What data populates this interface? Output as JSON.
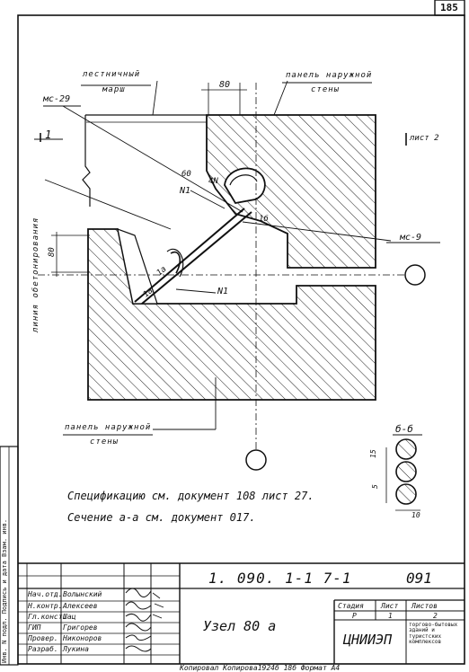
{
  "page": {
    "number": "185"
  },
  "labels": {
    "stair_flight": [
      "лестничный",
      "марш"
    ],
    "outer_panel_top": [
      "панель наружной",
      "стены"
    ],
    "outer_panel_bottom": [
      "панель наружной",
      "стены"
    ],
    "ms29": "мс-29",
    "ms9": "мс-9",
    "n1_top": "N1",
    "n1_bottom": "N1",
    "dim_80_top": "80",
    "dim_80_left": "80",
    "dim_60": "60",
    "label_1a_a": "1а",
    "label_1a_b": "1а",
    "label_1b": "1б",
    "label_4n": "4N",
    "section_mark": "1",
    "sheet_ref": "лист 2",
    "datum_line": "линия обетонирования",
    "section_bb": "б-б",
    "dim_15": "15",
    "dim_5": "5",
    "dim_10": "10"
  },
  "notes": {
    "line1": "Спецификацию  см. документ  108 лист 27.",
    "line2": "Сечение  а-а  см. документ  017."
  },
  "side_stamp": "Инв. N подл.  Подпись и дата  Взам. инв.",
  "title_block": {
    "doc_code": "1. 090. 1-1 7-1",
    "doc_sheet": "091",
    "title": "Узел  80 а",
    "org": "ЦНИИЭП",
    "org_sub": "торгово-бытовых зданий и туристских комплексов",
    "headers": {
      "stage": "Стадия",
      "sheet": "Лист",
      "sheets": "Листов"
    },
    "values": {
      "stage": "Р",
      "sheet": "1",
      "sheets": "2"
    },
    "roles": [
      {
        "role": "Нач.отд.",
        "name": "Волынский"
      },
      {
        "role": "Н.контр.",
        "name": "Алексеев"
      },
      {
        "role": "Гл.конст.",
        "name": "Шац"
      },
      {
        "role": "ГИП",
        "name": "Григорев"
      },
      {
        "role": "Провер.",
        "name": "Никоноров"
      },
      {
        "role": "Разраб.",
        "name": "Лукина"
      }
    ]
  },
  "footer": "Копировал    Копирова1924б  18б  Формат А4"
}
